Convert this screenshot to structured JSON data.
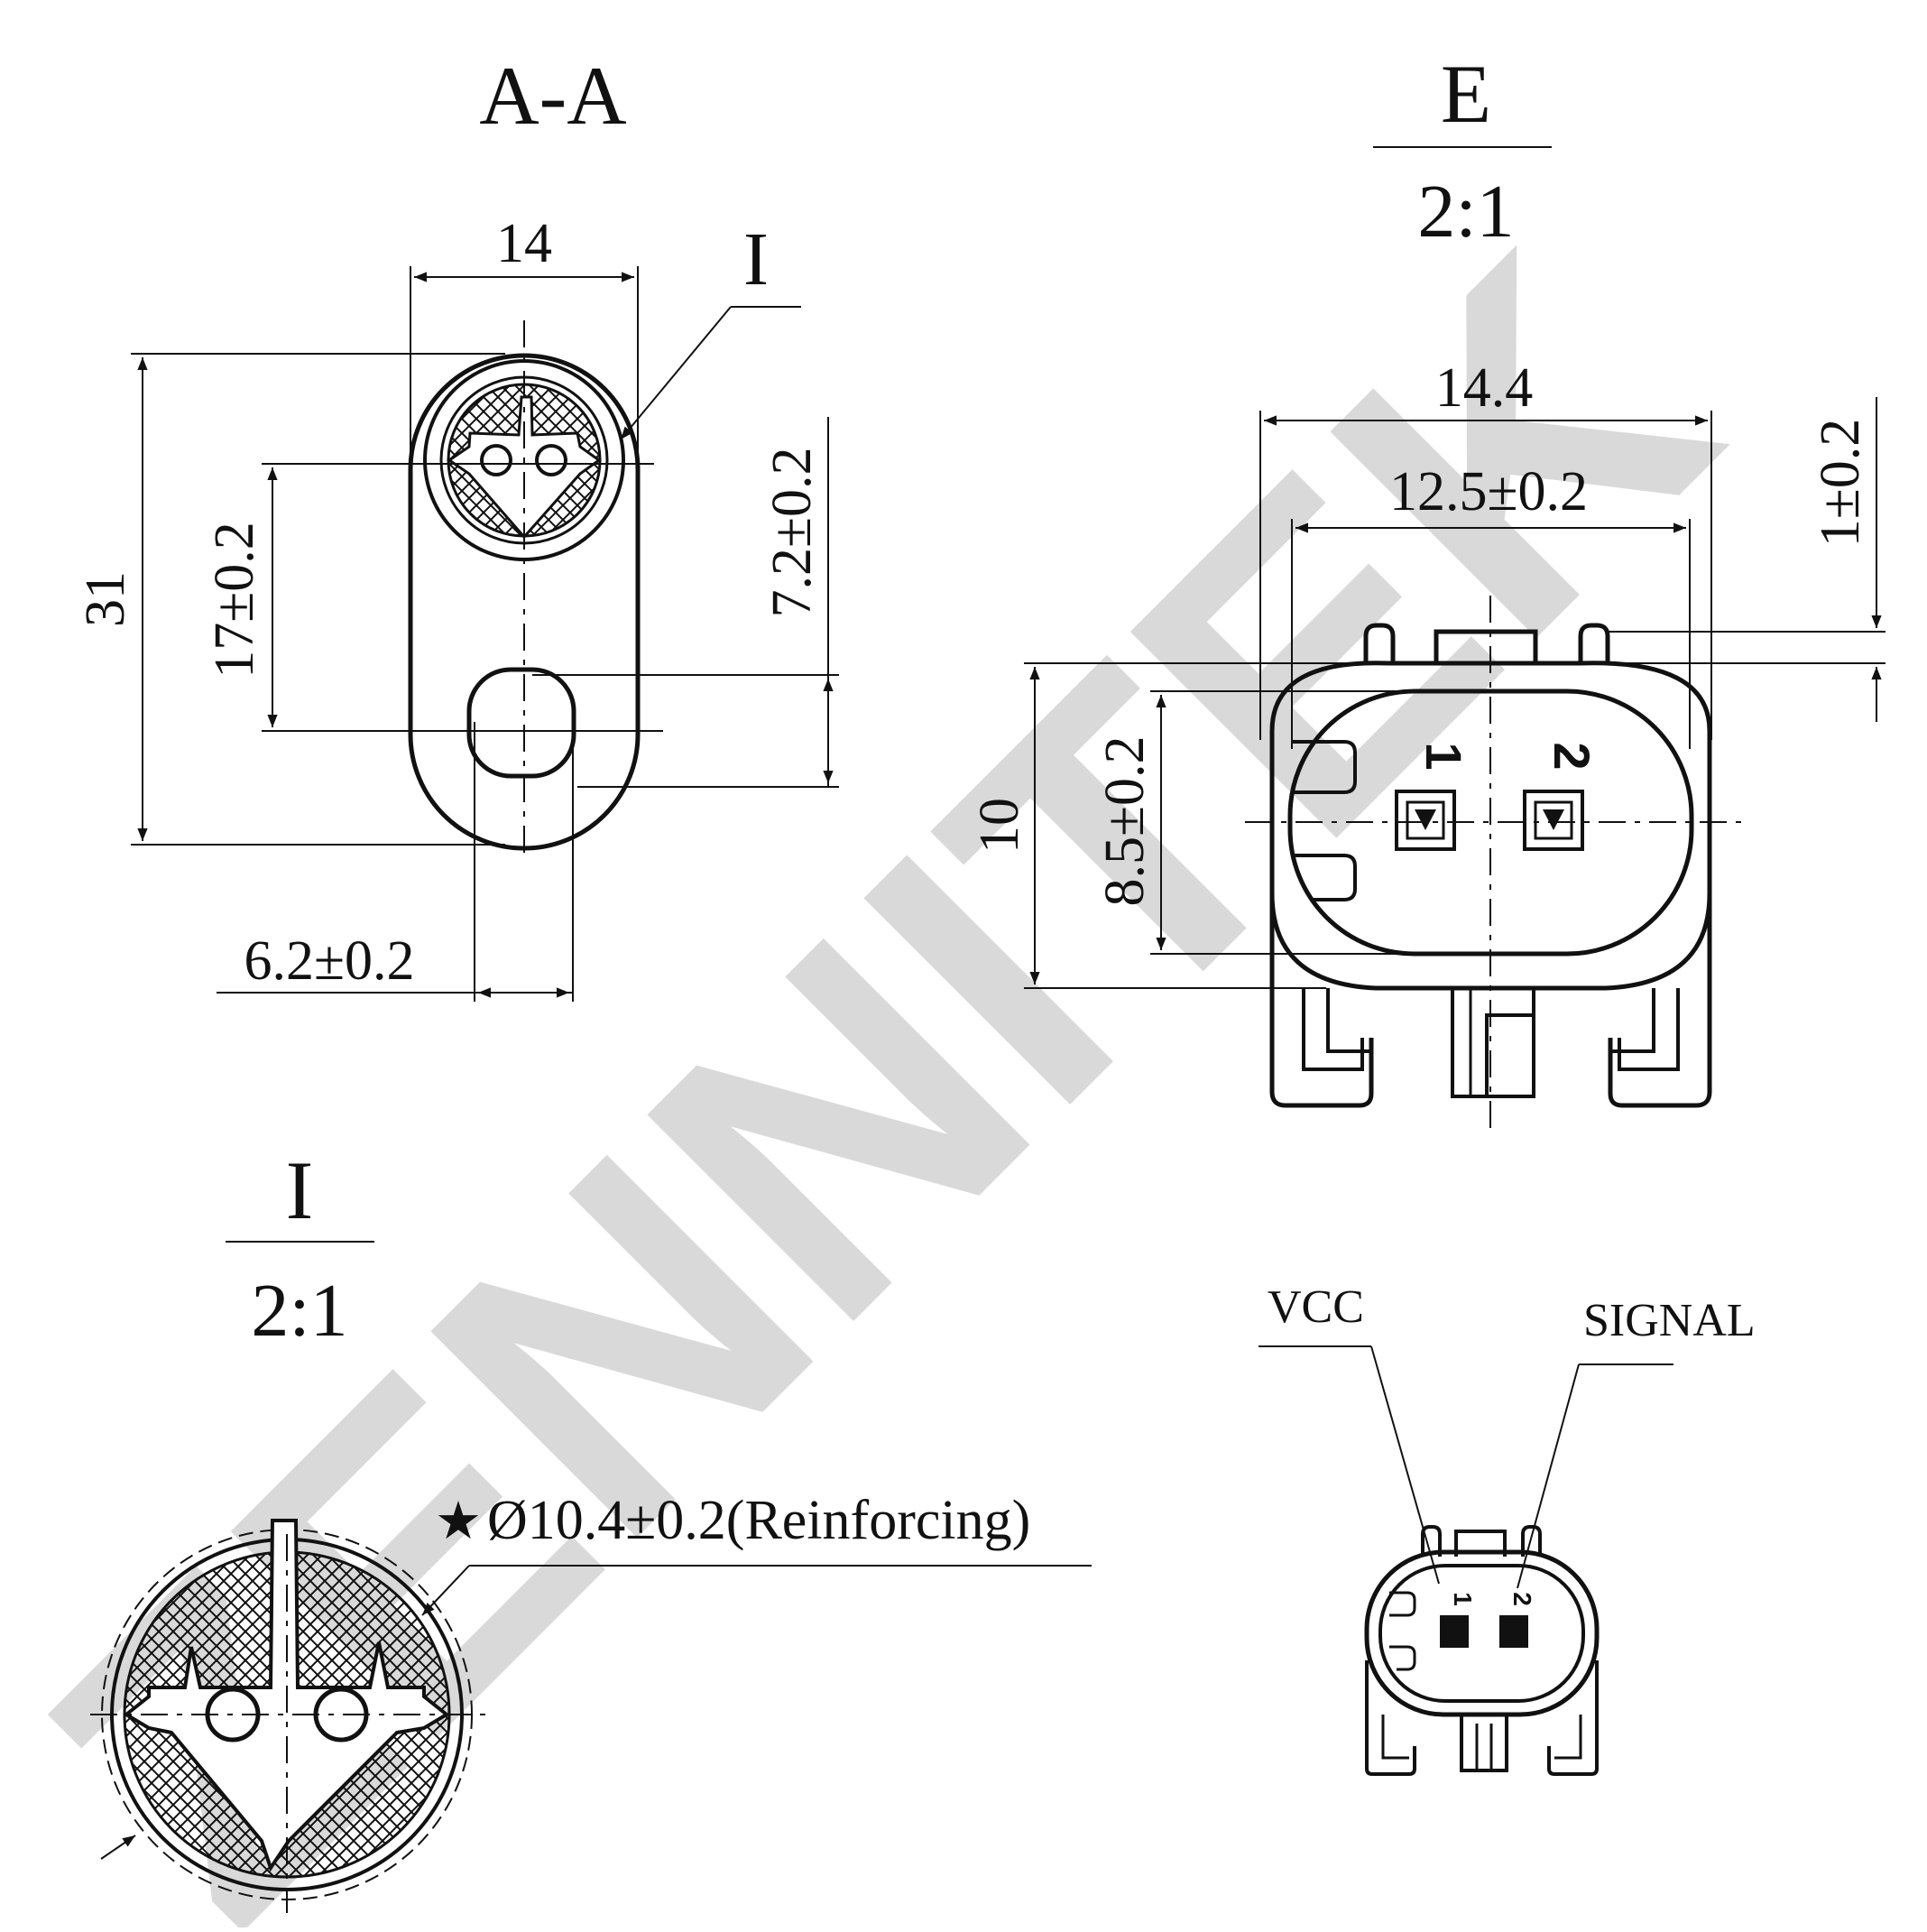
{
  "watermark": {
    "text": "ZENNITEK",
    "color": "#d9d9d9"
  },
  "section_aa": {
    "title": "A-A",
    "dim_width": "14",
    "dim_height": "31",
    "dim_hole_span": "17±0.2",
    "dim_offset": "7.2±0.2",
    "dim_hole_dia": "6.2±0.2",
    "detail_callout": "I"
  },
  "view_e": {
    "title": "E",
    "scale": "2:1",
    "dim_outer_width": "14.4",
    "dim_inner_width": "12.5±0.2",
    "dim_latch": "1±0.2",
    "dim_height": "10",
    "dim_inner_height": "8.5±0.2",
    "pin_1": "1",
    "pin_2": "2"
  },
  "detail_i": {
    "title": "I",
    "scale": "2:1",
    "note_symbol": "★",
    "note": "Ø10.4±0.2(Reinforcing)"
  },
  "pinout": {
    "label_vcc": "VCC",
    "label_signal": "SIGNAL",
    "pin_1": "1",
    "pin_2": "2"
  },
  "colors": {
    "line": "#111111",
    "background": "#ffffff"
  }
}
